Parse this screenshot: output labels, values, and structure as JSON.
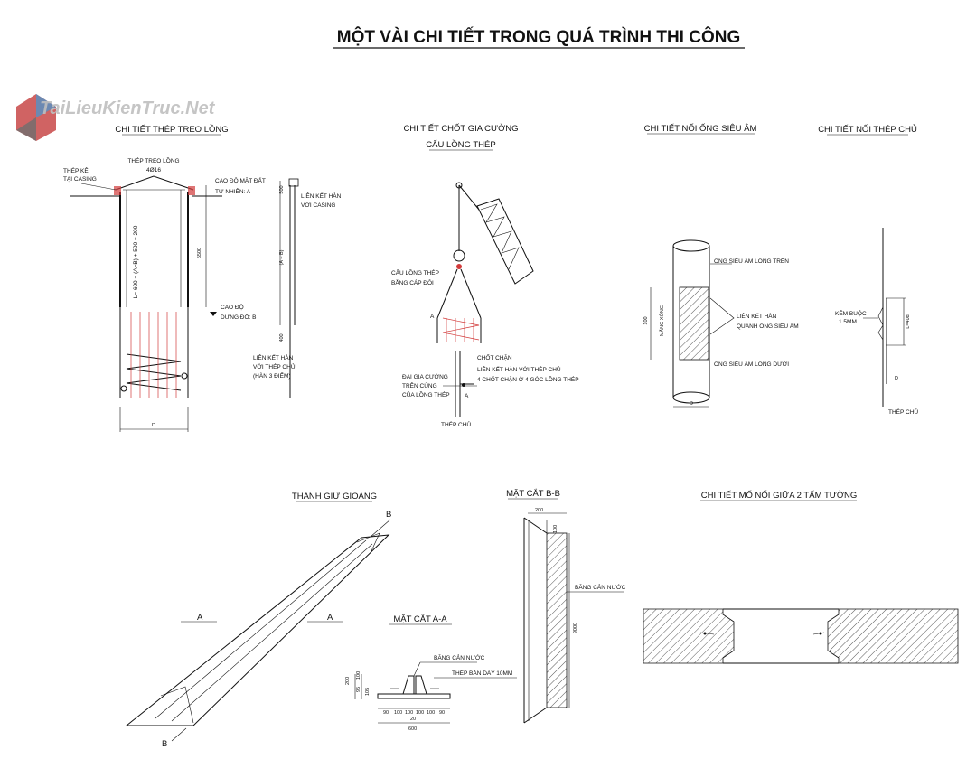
{
  "title": "MỘT VÀI CHI TIẾT TRONG QUÁ TRÌNH THI CÔNG",
  "watermark": {
    "brand": "TaiLieuKienTruc.Net"
  },
  "details": {
    "hang_cage": {
      "caption": "CHI TIẾT THÉP TREO LỒNG",
      "thep_ke": "THÉP KÊ",
      "tai_casing": "TẠI CASING",
      "thep_treo_long": "THÉP TREO LỒNG",
      "dim_top": "4Ø16",
      "cao_do_mat_dat": "CAO ĐỘ MẶT ĐẤT",
      "tu_nhien": "TỰ NHIÊN: A",
      "dim_5500": "5500",
      "length_formula": "L= 600 + (A−B) + 500 + 200",
      "cao_do": "CAO ĐỘ",
      "dung_do": "DỪNG ĐỔ: B",
      "dim_d": "D",
      "dim_500": "500",
      "lien_ket_han_1": "LIÊN KẾT HÀN",
      "voi_casing": "VỚI CASING",
      "dim_ab": "(A − B)",
      "dim_400": "400",
      "lien_ket_han_2": "LIÊN KẾT HÀN",
      "voi_thep_chu": "VỚI THÉP CHỦ",
      "han_3_diem": "(HÀN 3 ĐIỂM)"
    },
    "crane_pin": {
      "caption_1": "CHI TIẾT CHỐT GIA CƯỜNG",
      "caption_2": "CẨU LỒNG THÉP",
      "cau_long_thep": "CẨU LỒNG THÉP",
      "bang_cap_doi": "BẰNG CÁP ĐÔI",
      "label_a1": "A",
      "label_a2": "A",
      "chot_chan": "CHỐT CHẶN",
      "lien_ket_han": "LIÊN KẾT HÀN VỚI THÉP CHỦ",
      "bon_chot": "4 CHỐT CHẶN Ở 4 GÓC LỒNG THÉP",
      "dai_gia_cuong": "ĐAI GIA CƯỜNG",
      "tren_cung": "TRÊN CÙNG",
      "cua_long_thep": "CỦA LỒNG THÉP",
      "thep_chu": "THÉP CHỦ"
    },
    "sonic_pipe": {
      "caption": "CHI TIẾT NỐI ỐNG SIÊU ÂM",
      "ong_tren": "ỐNG SIÊU ÂM LỒNG TRÊN",
      "lien_ket_han": "LIÊN KẾT HÀN",
      "quanh_ong": "QUANH ỐNG SIÊU ÂM",
      "ong_duoi": "ỐNG SIÊU ÂM LỒNG DƯỚI",
      "dim_100": "100",
      "mang_xong": "MĂNG XÔNG",
      "dim_d": "D"
    },
    "main_rebar": {
      "caption": "CHI TIẾT NỐI THÉP CHỦ",
      "kem_buoc": "KẼM BUỘC",
      "size": "1.5MM",
      "dim_l": "L=40d",
      "dim_d": "D",
      "thep_chu": "THÉP CHỦ"
    },
    "waterstop": {
      "caption": "THANH GIỮ GIOĂNG",
      "label_a_left": "A",
      "label_a_right": "A",
      "label_b_top": "B",
      "label_b_bottom": "B"
    },
    "section_aa": {
      "caption": "MẶT CẮT A-A",
      "bang_can_nuoc": "BĂNG CẢN NƯỚC",
      "thep_ban": "THÉP BẢN DÀY 10MM",
      "dims_v": [
        "200",
        "100",
        "95",
        "105"
      ],
      "dims_h": [
        "90",
        "100",
        "100",
        "100",
        "100",
        "90"
      ],
      "dim_20": "20",
      "dim_600": "600"
    },
    "section_bb": {
      "caption": "MẶT CẮT B-B",
      "dim_200": "200",
      "dim_100": "100",
      "bang_can_nuoc": "BĂNG CẢN NƯỚC",
      "dim_9000": "9000"
    },
    "wall_joint": {
      "caption": "CHI TIẾT MỐ NỐI GIỮA 2 TẤM TƯỜNG"
    }
  }
}
